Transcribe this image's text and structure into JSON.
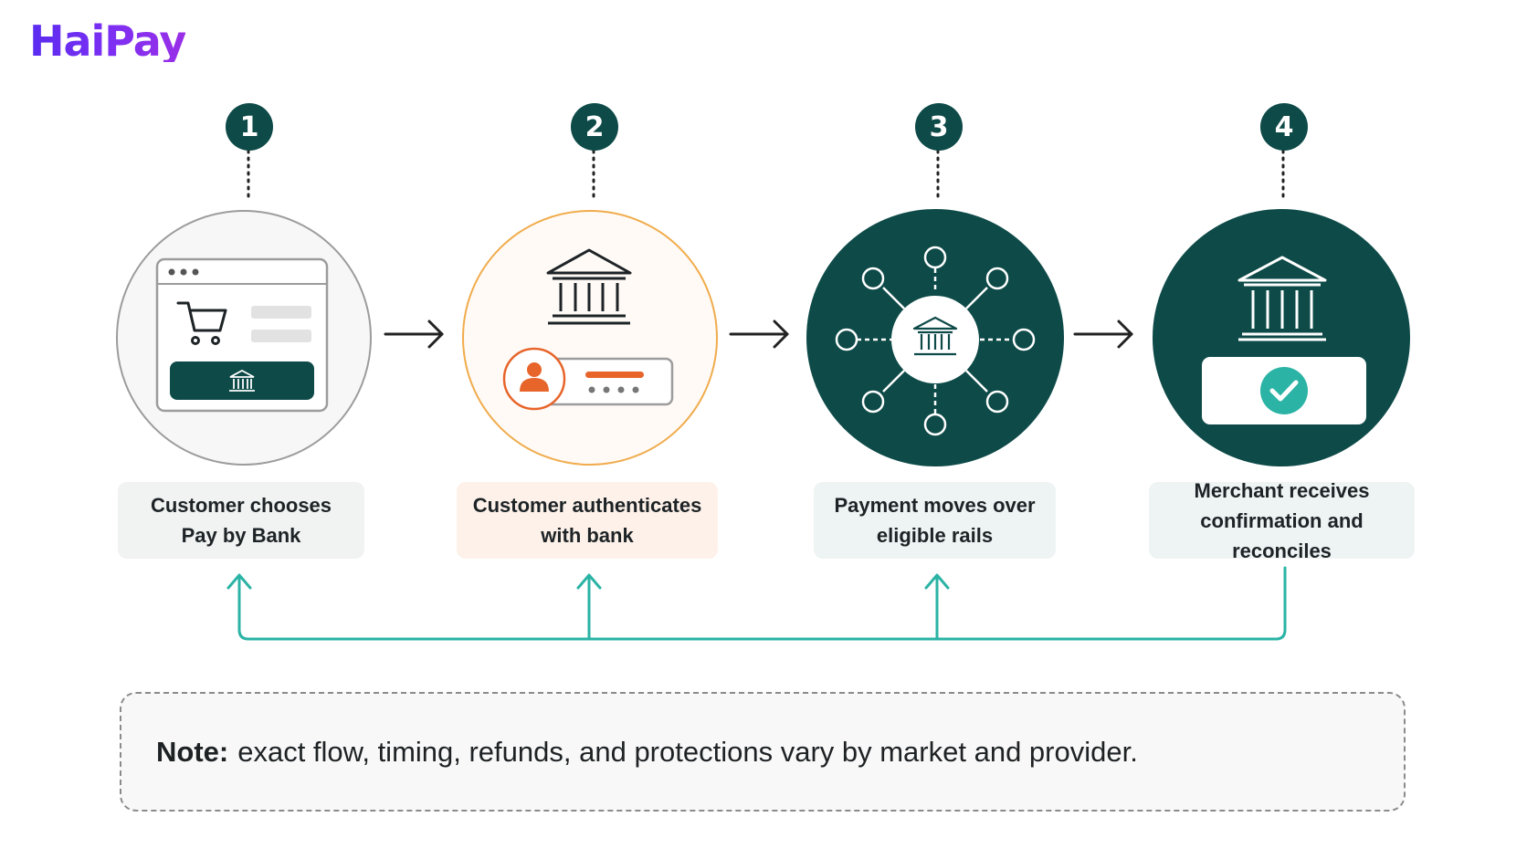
{
  "brand": {
    "name": "HaiPay"
  },
  "colors": {
    "teal_dark": "#0d4a48",
    "teal_accent": "#2bb3a5",
    "orange_accent": "#e7642a",
    "gray_outline": "#9c9c9c",
    "orange_outline": "#f0ac4d"
  },
  "steps": [
    {
      "number": "1",
      "label": "Customer chooses\nPay by Bank",
      "icon": "shopping-cart-icon"
    },
    {
      "number": "2",
      "label": "Customer authenticates\nwith bank",
      "icon": "bank-icon"
    },
    {
      "number": "3",
      "label": "Payment moves over\neligible rails",
      "icon": "network-icon"
    },
    {
      "number": "4",
      "label": "Merchant receives\nconfirmation and reconciles",
      "icon": "checkmark-icon"
    }
  ],
  "note": {
    "prefix": "Note:",
    "text": "exact flow, timing, refunds, and protections vary by market and provider."
  }
}
